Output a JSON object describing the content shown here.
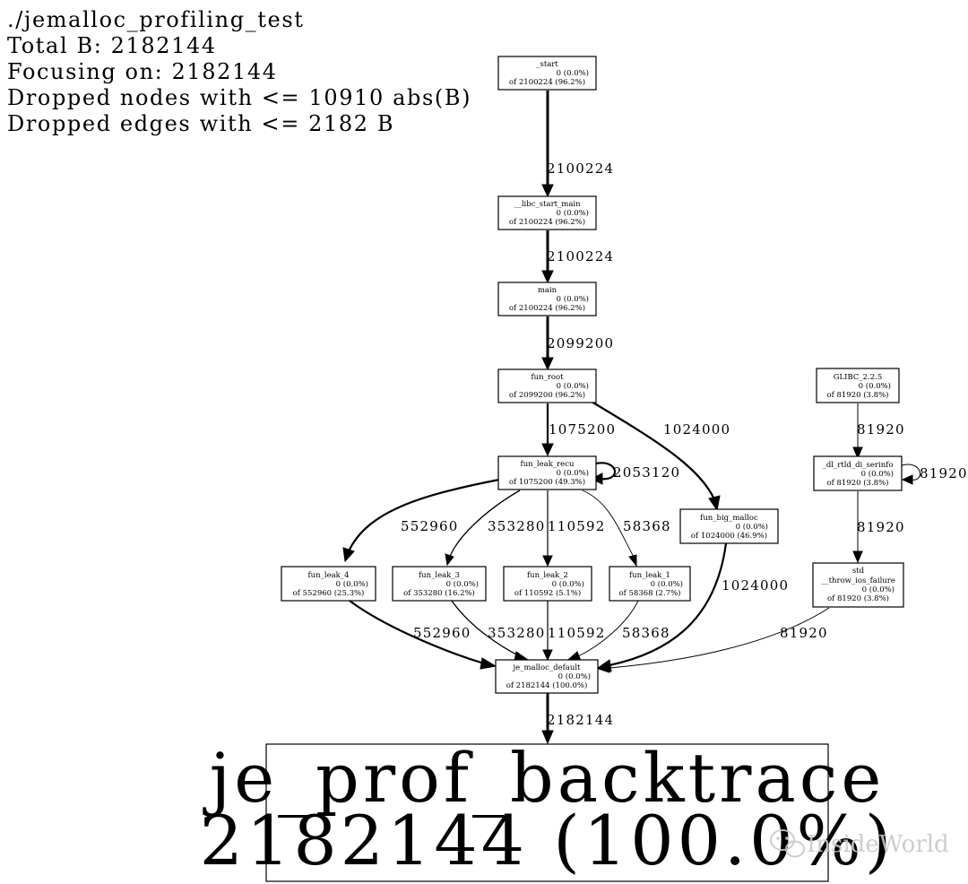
{
  "header": {
    "lines": [
      "./jemalloc_profiling_test",
      "Total B: 2182144",
      "Focusing on: 2182144",
      "Dropped nodes with <= 10910 abs(B)",
      "Dropped edges with <= 2182 B"
    ]
  },
  "nodes": {
    "start": [
      "_start",
      "0 (0.0%)",
      "of 2100224 (96.2%)"
    ],
    "libc_start_main": [
      "__libc_start_main",
      "0 (0.0%)",
      "of 2100224 (96.2%)"
    ],
    "main": [
      "main",
      "0 (0.0%)",
      "of 2100224 (96.2%)"
    ],
    "fun_root": [
      "fun_root",
      "0 (0.0%)",
      "of 2099200 (96.2%)"
    ],
    "fun_leak_recu": [
      "fun_leak_recu",
      "0 (0.0%)",
      "of 1075200 (49.3%)"
    ],
    "fun_big_malloc": [
      "fun_big_malloc",
      "0 (0.0%)",
      "of 1024000 (46.9%)"
    ],
    "fun_leak_4": [
      "fun_leak_4",
      "0 (0.0%)",
      "of 552960 (25.3%)"
    ],
    "fun_leak_3": [
      "fun_leak_3",
      "0 (0.0%)",
      "of 353280 (16.2%)"
    ],
    "fun_leak_2": [
      "fun_leak_2",
      "0 (0.0%)",
      "of 110592 (5.1%)"
    ],
    "fun_leak_1": [
      "fun_leak_1",
      "0 (0.0%)",
      "of 58368 (2.7%)"
    ],
    "glibc": [
      "GLIBC_2.2.5",
      "0 (0.0%)",
      "of 81920 (3.8%)"
    ],
    "dl_rtld": [
      "_dl_rtld_di_serinfo",
      "0 (0.0%)",
      "of 81920 (3.8%)"
    ],
    "throw_ios": [
      "std",
      "__throw_ios_failure",
      "0 (0.0%)",
      "of 81920 (3.8%)"
    ],
    "je_malloc_default": [
      "je_malloc_default",
      "0 (0.0%)",
      "of 2182144 (100.0%)"
    ],
    "je_prof_backtrace": [
      "je_prof_backtrace",
      "2182144 (100.0%)"
    ]
  },
  "edges": {
    "start_libc": "2100224",
    "libc_main": "2100224",
    "main_root": "2099200",
    "root_recu": "1075200",
    "root_big": "1024000",
    "recu_self": "2053120",
    "recu_leak4": "552960",
    "recu_leak3": "353280",
    "recu_leak2": "110592",
    "recu_leak1": "58368",
    "glibc_dl": "81920",
    "dl_self": "81920",
    "dl_throw": "81920",
    "leak4_je": "552960",
    "leak3_je": "353280",
    "leak2_je": "110592",
    "leak1_je": "58368",
    "big_je": "1024000",
    "throw_je": "81920",
    "je_prof": "2182144"
  },
  "watermark": {
    "icon": "wechat-icon",
    "text": "InsideWorld"
  }
}
